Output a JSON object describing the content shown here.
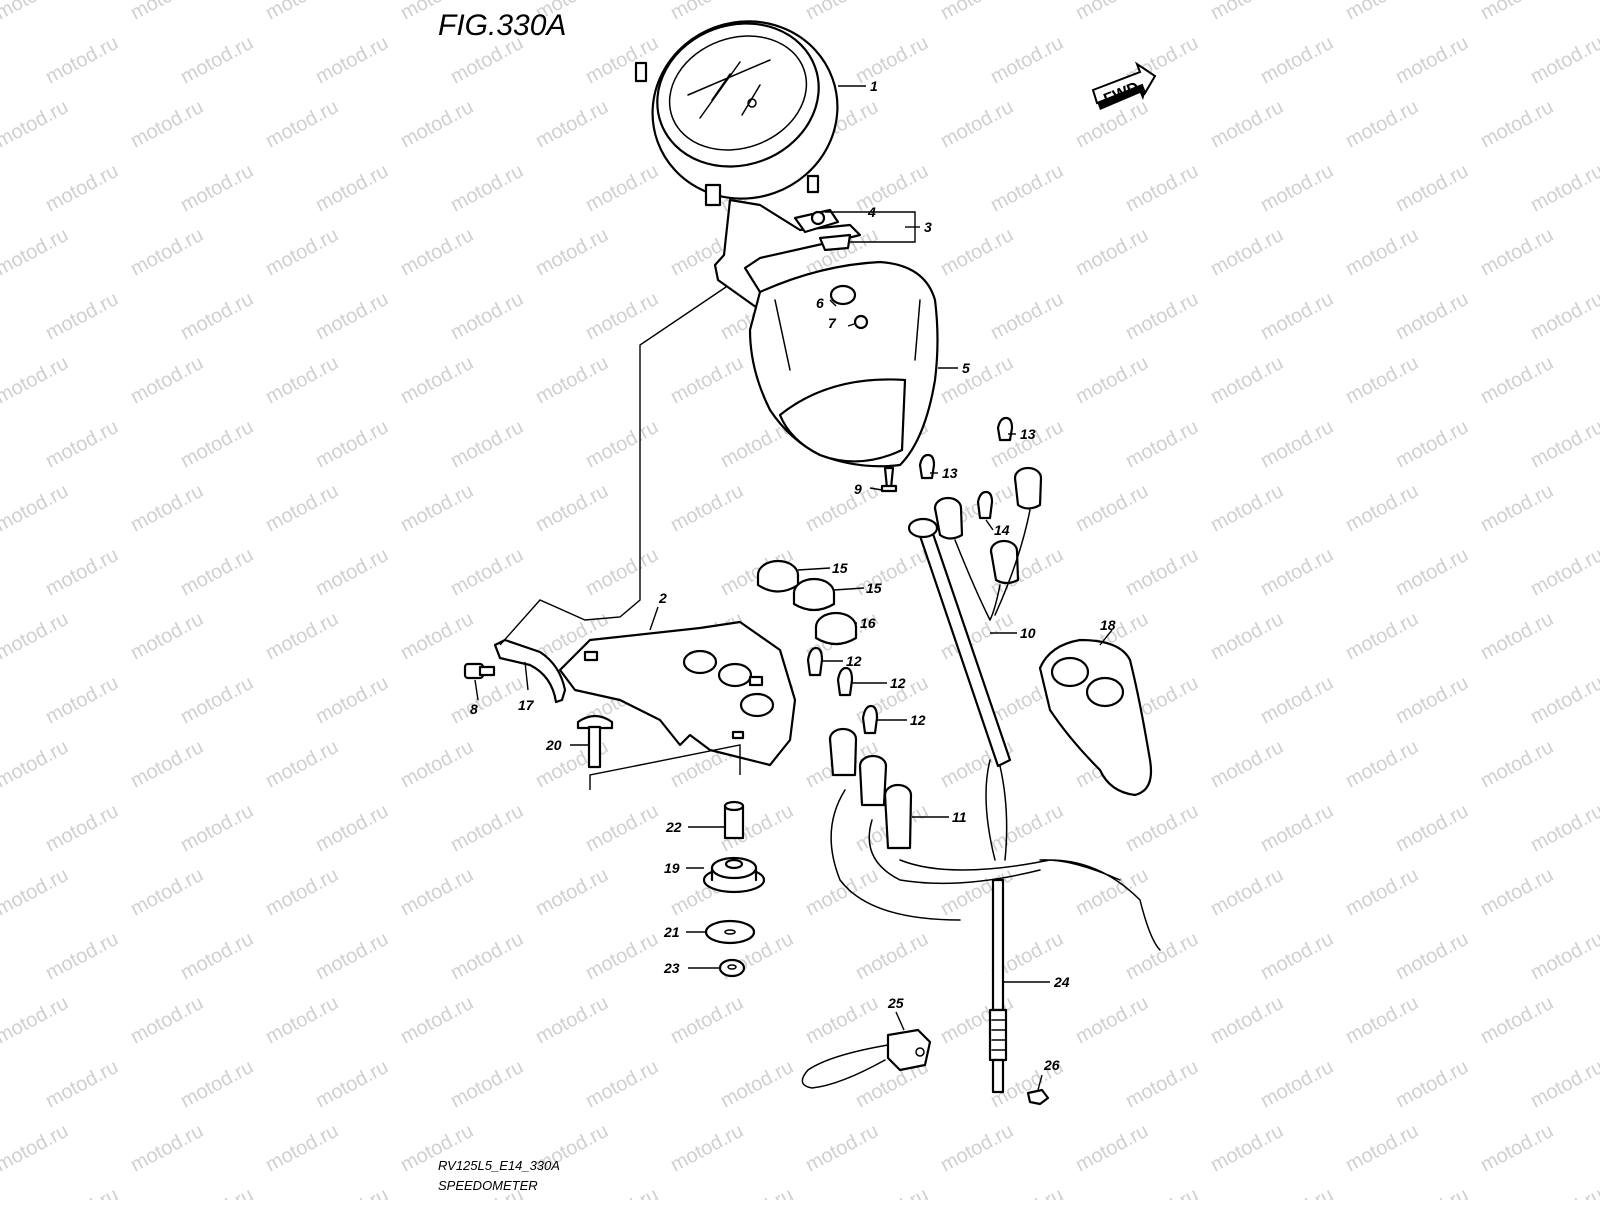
{
  "figure": {
    "title": "FIG.330A",
    "code": "RV125L5_E14_330A",
    "name": "SPEEDOMETER",
    "direction_label": "FWD",
    "watermark": "motod.ru"
  },
  "callouts": [
    {
      "id": "c1",
      "label": "1"
    },
    {
      "id": "c2",
      "label": "2"
    },
    {
      "id": "c3",
      "label": "3"
    },
    {
      "id": "c4",
      "label": "4"
    },
    {
      "id": "c5",
      "label": "5"
    },
    {
      "id": "c6",
      "label": "6"
    },
    {
      "id": "c7",
      "label": "7"
    },
    {
      "id": "c8",
      "label": "8"
    },
    {
      "id": "c9",
      "label": "9"
    },
    {
      "id": "c10",
      "label": "10"
    },
    {
      "id": "c11",
      "label": "11"
    },
    {
      "id": "c12a",
      "label": "12"
    },
    {
      "id": "c12b",
      "label": "12"
    },
    {
      "id": "c12c",
      "label": "12"
    },
    {
      "id": "c13a",
      "label": "13"
    },
    {
      "id": "c13b",
      "label": "13"
    },
    {
      "id": "c14",
      "label": "14"
    },
    {
      "id": "c15a",
      "label": "15"
    },
    {
      "id": "c15b",
      "label": "15"
    },
    {
      "id": "c16",
      "label": "16"
    },
    {
      "id": "c17",
      "label": "17"
    },
    {
      "id": "c18",
      "label": "18"
    },
    {
      "id": "c19",
      "label": "19"
    },
    {
      "id": "c20",
      "label": "20"
    },
    {
      "id": "c21",
      "label": "21"
    },
    {
      "id": "c22",
      "label": "22"
    },
    {
      "id": "c23",
      "label": "23"
    },
    {
      "id": "c24",
      "label": "24"
    },
    {
      "id": "c25",
      "label": "25"
    },
    {
      "id": "c26",
      "label": "26"
    }
  ]
}
